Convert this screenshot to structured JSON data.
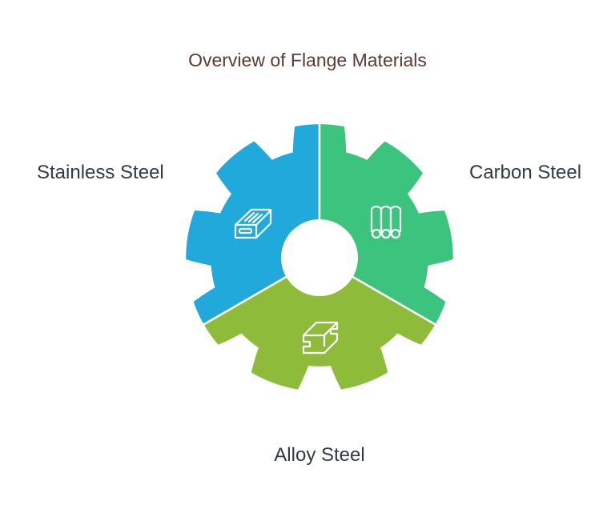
{
  "title": "Overview of Flange Materials",
  "segments": [
    {
      "label": "Stainless Steel",
      "color": "#22a9dc",
      "icon": "steel-bar-icon"
    },
    {
      "label": "Carbon Steel",
      "color": "#3cc47f",
      "icon": "steel-rods-icon"
    },
    {
      "label": "Alloy Steel",
      "color": "#8fbb3a",
      "icon": "i-beam-icon"
    }
  ]
}
